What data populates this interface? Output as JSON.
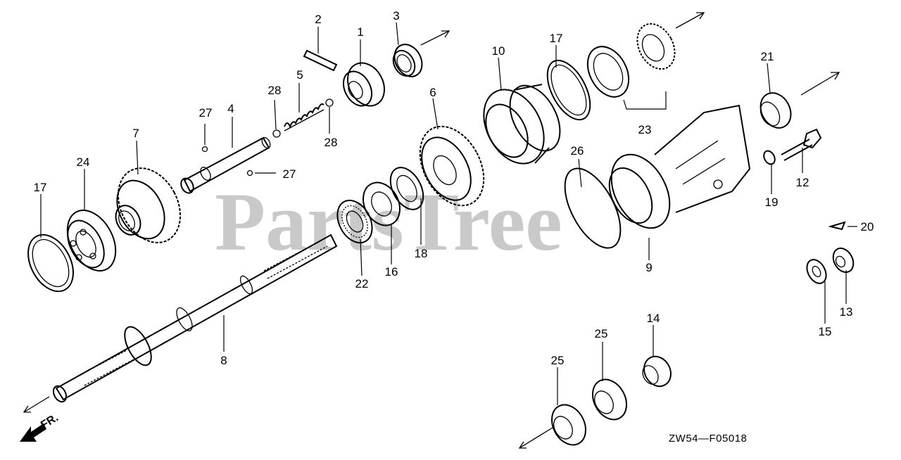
{
  "watermark": "PartsTree",
  "drawing_code": "ZW54—F05018",
  "front_label": "FR.",
  "callouts": {
    "c1": "1",
    "c2": "2",
    "c3": "3",
    "c4": "4",
    "c5": "5",
    "c6": "6",
    "c7": "7",
    "c8": "8",
    "c9": "9",
    "c10": "10",
    "c12": "12",
    "c13": "13",
    "c14": "14",
    "c15": "15",
    "c16": "16",
    "c17a": "17",
    "c17b": "17",
    "c18": "18",
    "c19": "19",
    "c20": "20",
    "c21": "21",
    "c22": "22",
    "c23": "23",
    "c24": "24",
    "c25a": "25",
    "c25b": "25",
    "c26": "26",
    "c27a": "27",
    "c27b": "27",
    "c28a": "28",
    "c28b": "28"
  },
  "icons": {
    "front_arrow": "front-arrow-icon",
    "direction_arrow": "direction-arrow-icon"
  }
}
